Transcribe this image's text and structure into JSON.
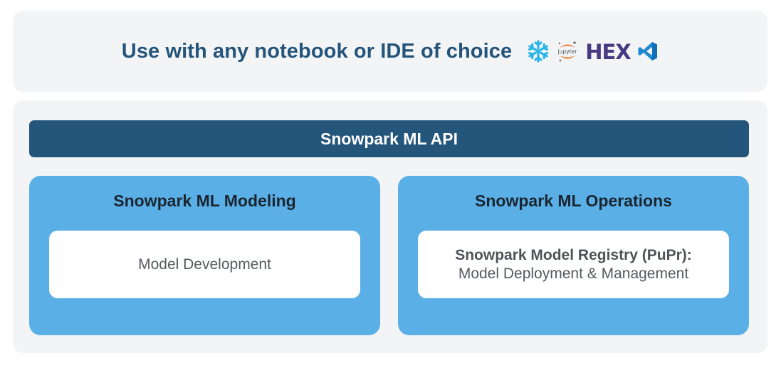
{
  "header": {
    "title": "Use with any notebook or IDE of choice",
    "logos": [
      {
        "icon": "snowflake-icon",
        "color": "#29b5e8"
      },
      {
        "icon": "jupyter-icon",
        "color": "#f37626",
        "text": "jupyter"
      },
      {
        "icon": "hex-icon",
        "color": "#473982",
        "text": "HEX"
      },
      {
        "icon": "vscode-icon",
        "color": "#1f8ad2"
      }
    ]
  },
  "api": {
    "label": "Snowpark ML API"
  },
  "modeling": {
    "title": "Snowpark ML Modeling",
    "card_text": "Model Development"
  },
  "operations": {
    "title": "Snowpark ML Operations",
    "card_title": "Snowpark Model Registry (PuPr):",
    "card_text": "Model Deployment & Management"
  },
  "colors": {
    "panel_bg": "#f3f4f6",
    "dark_blue": "#24557b",
    "light_blue": "#5ab0e6"
  }
}
